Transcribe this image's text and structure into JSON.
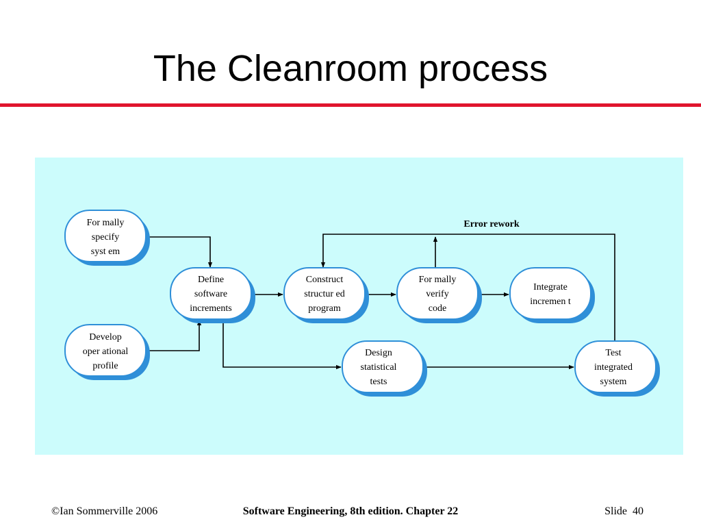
{
  "slide": {
    "title": "The Cleanroom process"
  },
  "diagram": {
    "nodes": {
      "formally_specify": [
        "For mally",
        "specify",
        "syst em"
      ],
      "develop_profile": [
        "Develop",
        "oper ational",
        "profile"
      ],
      "define_increments": [
        "Define",
        "software",
        "increments"
      ],
      "construct_program": [
        "Construct",
        "structur ed",
        "program"
      ],
      "verify_code": [
        "For mally",
        "verify",
        "code"
      ],
      "integrate_increment": [
        "Integrate",
        "incremen t"
      ],
      "design_tests": [
        "Design",
        "statistical",
        "tests"
      ],
      "test_system": [
        "Test",
        "integrated",
        "system"
      ]
    },
    "edge_labels": {
      "error_rework": "Error rework"
    }
  },
  "footer": {
    "copyright": "©Ian Sommerville 2006",
    "book": "Software Engineering, 8th edition. Chapter 22",
    "slide_label": "Slide",
    "slide_number": "40"
  },
  "colors": {
    "accent_rule": "#e0142e",
    "panel_bg": "#ccfcfc",
    "node_shadow": "#2f8fd8",
    "node_fill": "#ffffff"
  }
}
